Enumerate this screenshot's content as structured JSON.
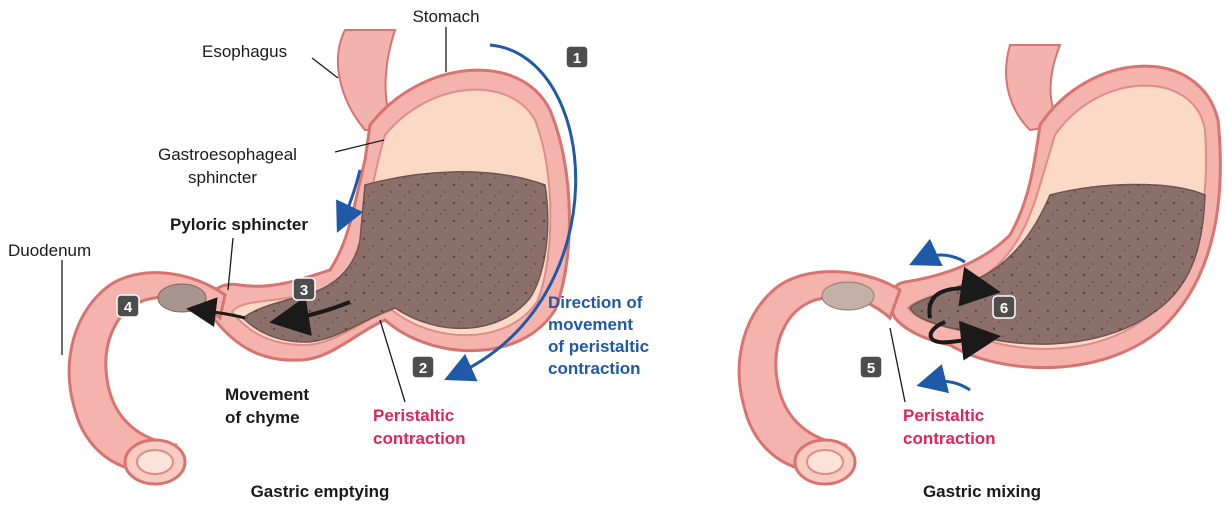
{
  "labels": {
    "stomach": "Stomach",
    "esophagus": "Esophagus",
    "ge_sphincter_1": "Gastroesophageal",
    "ge_sphincter_2": "sphincter",
    "pyloric_sphincter": "Pyloric sphincter",
    "duodenum": "Duodenum",
    "direction_1": "Direction of",
    "direction_2": "movement",
    "direction_3": "of peristaltic",
    "direction_4": "contraction",
    "movement_chyme_1": "Movement",
    "movement_chyme_2": "of chyme",
    "peristaltic_left_1": "Peristaltic",
    "peristaltic_left_2": "contraction",
    "peristaltic_right_1": "Peristaltic",
    "peristaltic_right_2": "contraction"
  },
  "captions": {
    "left": "Gastric emptying",
    "right": "Gastric mixing"
  },
  "steps": [
    "1",
    "2",
    "3",
    "4",
    "5",
    "6"
  ],
  "colors": {
    "wall_outer": "#f0a3a0",
    "wall_inner": "#fbd9c7",
    "chyme": "#8a6f6b",
    "arrow_blue": "#1e5aa8",
    "text_red": "#e3245a",
    "badge": "#4d4d4d"
  }
}
